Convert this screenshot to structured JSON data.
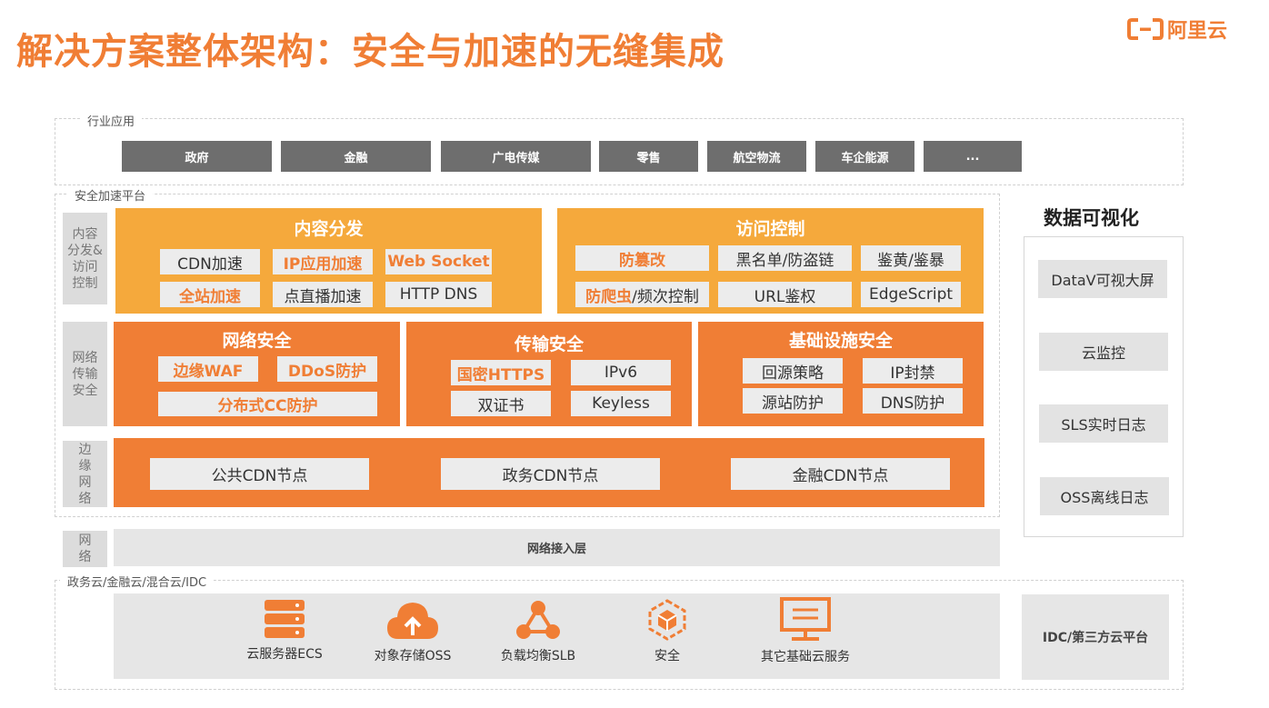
{
  "title": "解决方案整体架构：安全与加速的无缝集成",
  "logo": {
    "text": "阿里云",
    "icon": "aliyun-logo-icon"
  },
  "industry": {
    "label": "行业应用",
    "items": [
      "政府",
      "金融",
      "广电传媒",
      "零售",
      "航空物流",
      "车企能源",
      "..."
    ]
  },
  "platform": {
    "label": "安全加速平台",
    "side_labels": {
      "content_access": "内容\n分发&\n访问\n控制",
      "network_security": "网络\n传输\n安全",
      "edge_network": "边\n缘\n网\n络"
    },
    "content_delivery": {
      "title": "内容分发",
      "items": [
        "CDN加速",
        "IP应用加速",
        "Web Socket",
        "全站加速",
        "点直播加速",
        "HTTP DNS"
      ]
    },
    "access_control": {
      "title": "访问控制",
      "items": [
        "防篡改",
        "黑名单/防盗链",
        "鉴黄/鉴暴",
        "URL鉴权",
        "EdgeScript"
      ],
      "anti_crawler_hl": "防爬虫",
      "anti_crawler_rest": "/频次控制"
    },
    "network_sec": {
      "title": "网络安全",
      "items": [
        "边缘WAF",
        "DDoS防护",
        "分布式CC防护"
      ]
    },
    "transport_sec": {
      "title": "传输安全",
      "items": [
        "国密HTTPS",
        "IPv6",
        "双证书",
        "Keyless"
      ]
    },
    "infra_sec": {
      "title": "基础设施安全",
      "items": [
        "回源策略",
        "IP封禁",
        "源站防护",
        "DNS防护"
      ]
    },
    "cdn_nodes": [
      "公共CDN节点",
      "政务CDN节点",
      "金融CDN节点"
    ]
  },
  "network": {
    "side_label": "网\n络",
    "bar": "网络接入层"
  },
  "cloud": {
    "label": "政务云/金融云/混合云/IDC",
    "services": [
      {
        "icon": "server-icon",
        "label": "云服务器ECS"
      },
      {
        "icon": "cloud-upload-icon",
        "label": "对象存储OSS"
      },
      {
        "icon": "load-balancer-icon",
        "label": "负载均衡SLB"
      },
      {
        "icon": "security-cube-icon",
        "label": "安全"
      },
      {
        "icon": "monitor-icon",
        "label": "其它基础云服务"
      }
    ],
    "third_party": "IDC/第三方云平台"
  },
  "visualization": {
    "title": "数据可视化",
    "items": [
      "DataV可视大屏",
      "云监控",
      "SLS实时日志",
      "OSS离线日志"
    ]
  },
  "colors": {
    "orange": "#f07e35",
    "light_orange": "#f5a93c",
    "dark_gray": "#6e6e6e"
  }
}
